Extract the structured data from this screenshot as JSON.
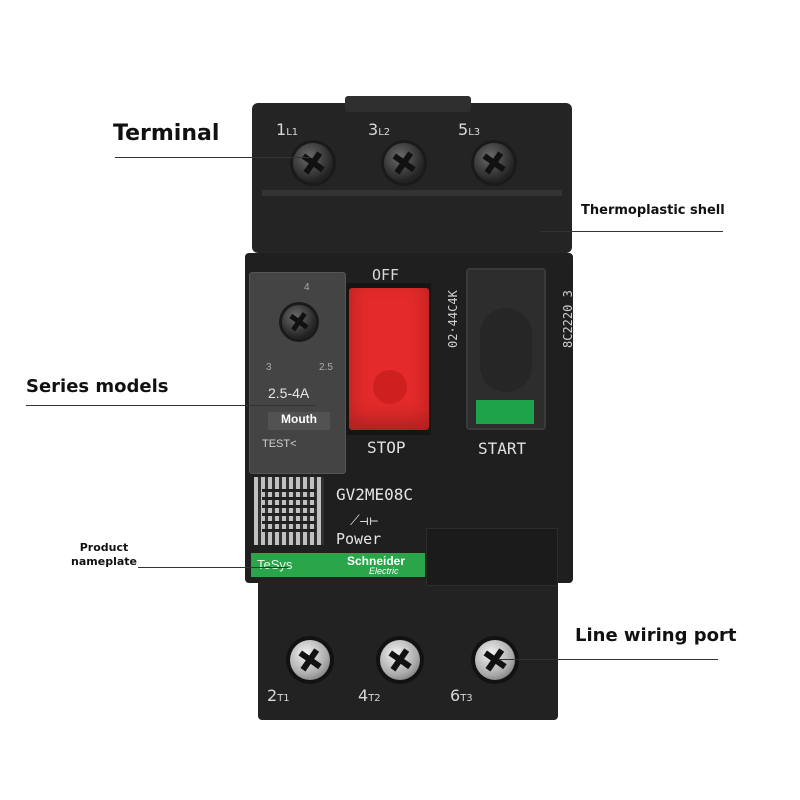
{
  "callouts": {
    "terminal": "Terminal",
    "thermoplastic_shell": "Thermoplastic shell",
    "series_models": "Series models",
    "product_nameplate": "Product\nnameplate",
    "line_wiring_port": "Line wiring port"
  },
  "device": {
    "top_terminals": [
      {
        "num": "1",
        "sub": "L1"
      },
      {
        "num": "3",
        "sub": "L2"
      },
      {
        "num": "5",
        "sub": "L3"
      }
    ],
    "bottom_terminals": [
      {
        "num": "2",
        "sub": "T1"
      },
      {
        "num": "4",
        "sub": "T2"
      },
      {
        "num": "6",
        "sub": "T3"
      }
    ],
    "dial_marks": [
      "4",
      "3",
      "2.5"
    ],
    "range_label": "2.5-4A",
    "mouth_label": "Mouth",
    "test_label": "TEST",
    "off_label": "OFF",
    "stop_label": "STOP",
    "start_label": "START",
    "code_left": "02·44C4K",
    "code_right": "8C2220 3",
    "model": "GV2ME08C",
    "power_label": "Power",
    "brand_series": "TeSys",
    "brand_name": "Schneider",
    "brand_sub": "Electric"
  },
  "colors": {
    "body": "#262626",
    "stop_button": "#e42a2a",
    "start_indicator": "#1fa34a",
    "brand_strip": "#2aa54a"
  }
}
